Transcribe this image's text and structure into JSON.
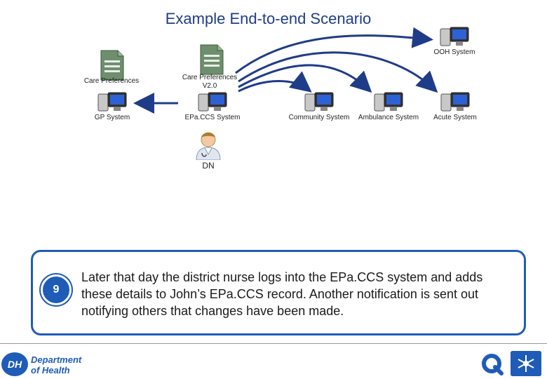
{
  "title": "Example End-to-end Scenario",
  "documents": {
    "left": "Care Preferences",
    "centre_line1": "Care Preferences",
    "centre_line2": "V2.0"
  },
  "systems": {
    "gp": "GP System",
    "epaccs": "EPa.CCS System",
    "community": "Community System",
    "ambulance": "Ambulance System",
    "acute": "Acute System",
    "ooh": "OOH System"
  },
  "actor": "DN",
  "step": {
    "number": "9",
    "text": "Later that day the district nurse logs into the EPa.CCS system and adds these details to John’s EPa.CCS record. Another notification is sent out notifying others that changes have been made."
  },
  "footer": {
    "org_line1": "Department",
    "org_line2": "of Health",
    "org_mark": "DH"
  },
  "colors": {
    "accent": "#1f5cb8",
    "title": "#1f3c88",
    "arrow": "#1f3c88"
  }
}
